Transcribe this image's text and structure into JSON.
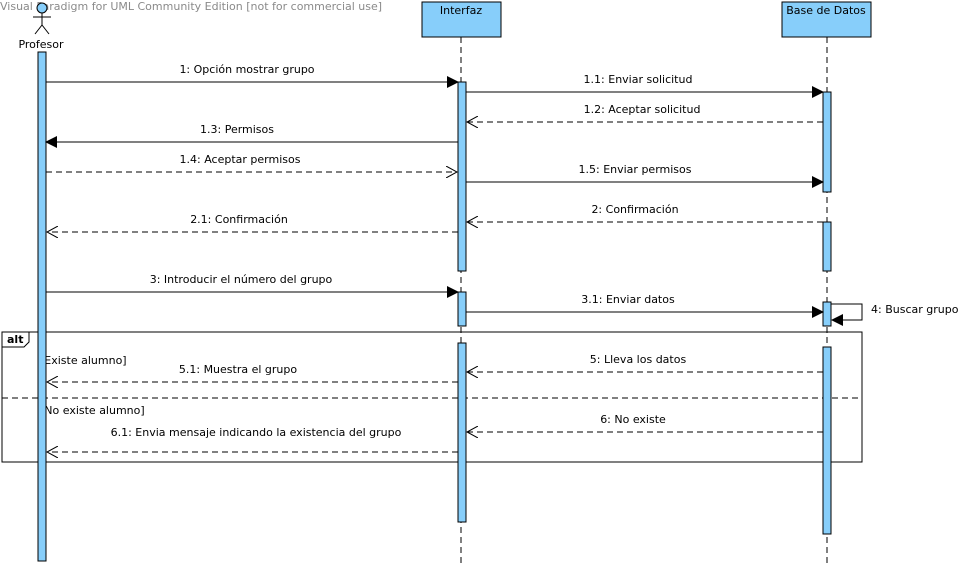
{
  "watermark": "Visual Paradigm for UML Community Edition [not for commercial use]",
  "colors": {
    "lifeline_box": "#87cefa",
    "activation": "#87cefa",
    "line": "#000000"
  },
  "actor": {
    "name": "Profesor",
    "icon": "stick-figure-actor-icon"
  },
  "lifelines": {
    "interfaz": "Interfaz",
    "bd": "Base de Datos"
  },
  "messages": {
    "m1": "1: Opción mostrar grupo",
    "m11": "1.1: Enviar solicitud",
    "m12": "1.2: Aceptar solicitud",
    "m13": "1.3: Permisos",
    "m14": "1.4: Aceptar permisos",
    "m15": "1.5: Enviar permisos",
    "m2": "2: Confirmación",
    "m21": "2.1: Confirmación",
    "m3": "3: Introducir el número del grupo",
    "m31": "3.1: Enviar datos",
    "m4": "4: Buscar grupo",
    "m5": "5: Lleva los datos",
    "m51": "5.1: Muestra el grupo",
    "m6": "6: No existe",
    "m61": "6.1: Envia mensaje indicando la existencia del grupo"
  },
  "fragment": {
    "operator": "alt",
    "guard1": "[Existe alumno]",
    "guard2": "[No existe alumno]"
  }
}
